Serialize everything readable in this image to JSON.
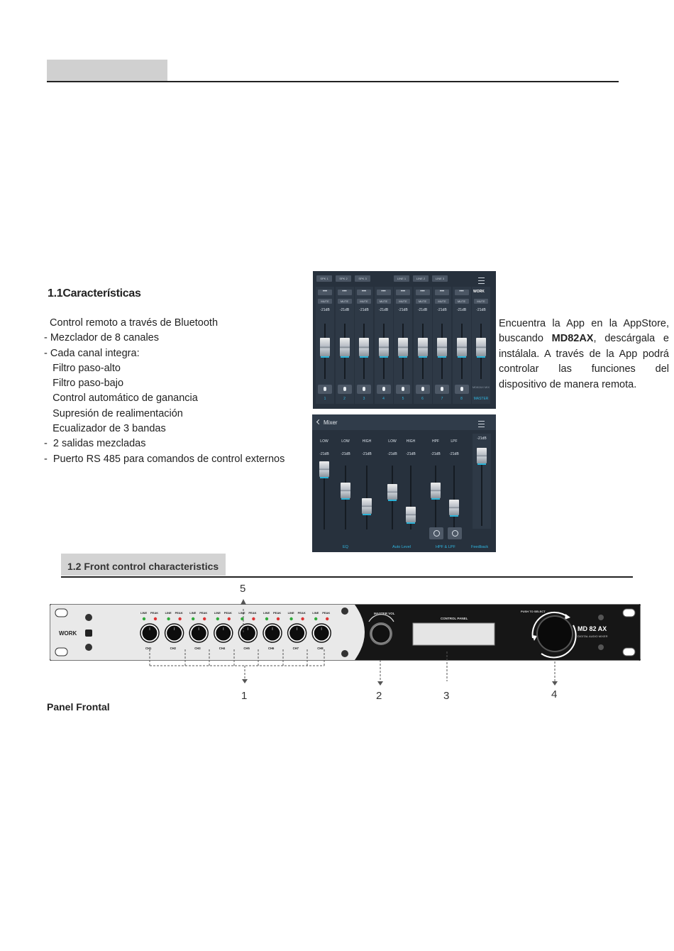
{
  "features": {
    "title": "1.1Características",
    "items": [
      "  Control remoto a través de Bluetooth",
      "- Mezclador de 8 canales",
      "- Cada canal integra:",
      "   Filtro paso-alto",
      "   Filtro paso-bajo",
      "   Control automático de ganancia",
      "   Supresión de realimentación",
      "   Ecualizador de 3 bandas",
      "-  2 salidas mezcladas",
      "-  Puerto RS 485 para comandos de control externos"
    ]
  },
  "app_text": {
    "part1": "Encuentra la App en la AppStore, buscando ",
    "bold": "MD82AX",
    "part2": ", descárgala e instálala. A través de la App podrá controlar las funciones del dispositivo de manera remota."
  },
  "app_screen1": {
    "tabs": [
      "SPK 1",
      "SPK 2",
      "SPK 3",
      "LINE 1",
      "LINE 2",
      "LINE 3"
    ],
    "logo": "WORK",
    "dots": "•••",
    "mute": "MUTE",
    "db": "-21dB",
    "channels": [
      "1",
      "2",
      "3",
      "4",
      "5",
      "6",
      "7",
      "8"
    ],
    "master_label": "MASTER",
    "master_sub": "MD82AX MIX"
  },
  "app_screen2": {
    "title": "Mixer",
    "bands": [
      "LOW",
      "LOW",
      "HIGH",
      "LOW",
      "HIGH",
      "HPF",
      "LPF"
    ],
    "db": "-21dB",
    "feedback_db": "-21dB",
    "footer": [
      "EQ",
      "Auto Level",
      "HPF & LPF",
      "Feedback"
    ]
  },
  "section_12": {
    "title": "1.2 Front control characteristics"
  },
  "device": {
    "logo": "WORK",
    "line": "LINE",
    "peak": "PEAK",
    "channels": [
      "CH1",
      "CH2",
      "CH3",
      "CH4",
      "CH5",
      "CH6",
      "CH7",
      "CH8"
    ],
    "master_vol": "MASTER VOL",
    "control_panel": "CONTROL PANEL",
    "push_select": "PUSH TO SELECT",
    "model": "MD 82 AX",
    "model_sub": "DIGITAL AUDIO MIXER"
  },
  "callouts": [
    "1",
    "2",
    "3",
    "4",
    "5"
  ],
  "panel_caption": "Panel Frontal"
}
